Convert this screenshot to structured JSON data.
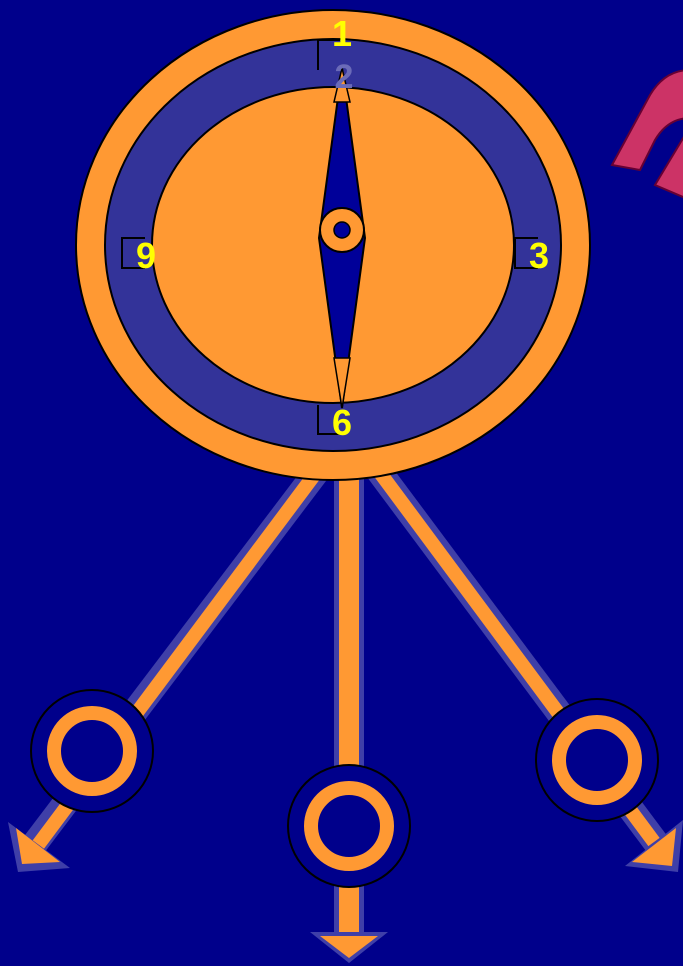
{
  "dial": {
    "labels": {
      "top_outer": "1",
      "top_inner": "2",
      "right": "3",
      "bottom": "6",
      "left": "9"
    }
  },
  "colors": {
    "background": "#00008b",
    "orange": "#ff9933",
    "ring_blue": "#333399",
    "label_yellow": "#ffff00",
    "needle_blue": "#000099",
    "pink_accent": "#cc3366"
  },
  "icons": {
    "needle": "compass-needle-icon",
    "arrows": [
      "arrow-down-left-icon",
      "arrow-down-icon",
      "arrow-down-right-icon"
    ],
    "rings": [
      "ring-icon",
      "ring-icon",
      "ring-icon"
    ]
  }
}
